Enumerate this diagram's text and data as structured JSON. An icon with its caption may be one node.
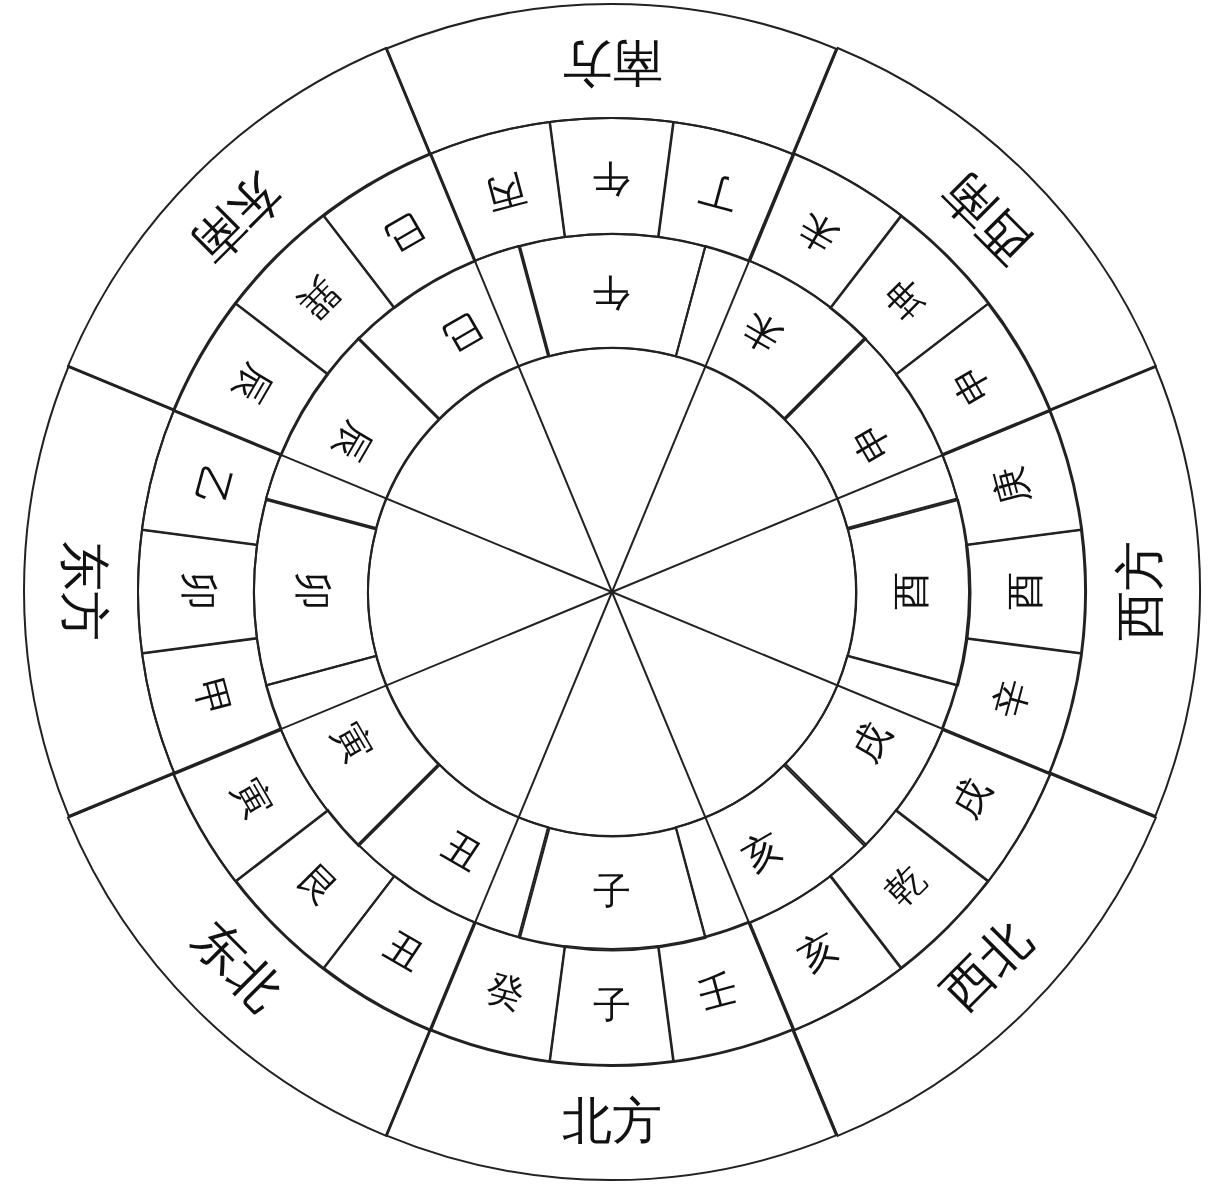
{
  "diagram": {
    "nodes": [
      {
        "text": [
          "南方"
        ]
      },
      {
        "text": [
          "西南"
        ]
      },
      {
        "text": [
          "西方"
        ]
      },
      {
        "text": [
          "西北"
        ]
      },
      {
        "text": [
          "北方"
        ]
      },
      {
        "text": [
          "东北"
        ]
      },
      {
        "text": [
          "东方"
        ]
      },
      {
        "text": [
          "东南"
        ]
      },
      {
        "text": [
          "午"
        ]
      },
      {
        "text": [
          "丁"
        ]
      },
      {
        "text": [
          "未"
        ]
      },
      {
        "text": [
          "坤"
        ]
      },
      {
        "text": [
          "申"
        ]
      },
      {
        "text": [
          "庚"
        ]
      },
      {
        "text": [
          "酉"
        ]
      },
      {
        "text": [
          "辛"
        ]
      },
      {
        "text": [
          "戌"
        ]
      },
      {
        "text": [
          "乾"
        ]
      },
      {
        "text": [
          "亥"
        ]
      },
      {
        "text": [
          "壬"
        ]
      },
      {
        "text": [
          "子"
        ]
      },
      {
        "text": [
          "癸"
        ]
      },
      {
        "text": [
          "丑"
        ]
      },
      {
        "text": [
          "艮"
        ]
      },
      {
        "text": [
          "寅"
        ]
      },
      {
        "text": [
          "甲"
        ]
      },
      {
        "text": [
          "卯"
        ]
      },
      {
        "text": [
          "乙"
        ]
      },
      {
        "text": [
          "辰"
        ]
      },
      {
        "text": [
          "巽"
        ]
      },
      {
        "text": [
          "巳"
        ]
      },
      {
        "text": [
          "丙"
        ]
      },
      {
        "text": [
          "午"
        ]
      },
      {
        "text": [
          "未"
        ]
      },
      {
        "text": [
          "申"
        ]
      },
      {
        "text": [
          "酉"
        ]
      },
      {
        "text": [
          "戌"
        ]
      },
      {
        "text": [
          "亥"
        ]
      },
      {
        "text": [
          "子"
        ]
      },
      {
        "text": [
          "丑"
        ]
      },
      {
        "text": [
          "寅"
        ]
      },
      {
        "text": [
          "卯"
        ]
      },
      {
        "text": [
          "辰"
        ]
      },
      {
        "text": [
          "巳"
        ]
      }
    ]
  }
}
